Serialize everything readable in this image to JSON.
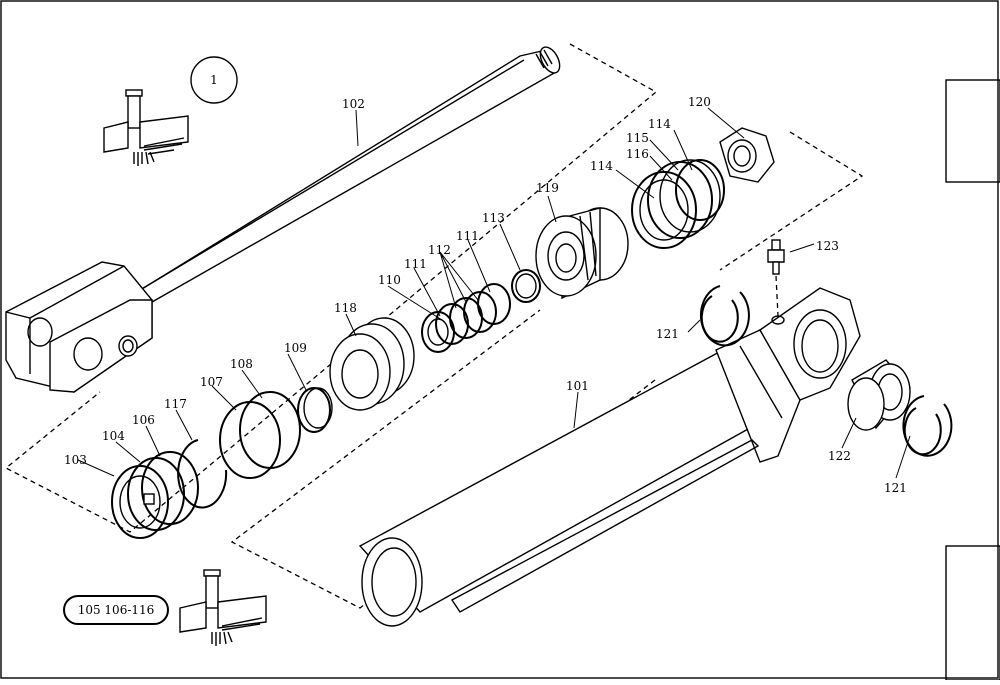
{
  "diagram": {
    "view_marker": "1",
    "kit_label": "105  106-116",
    "callouts": [
      {
        "id": "c102",
        "text": "102"
      },
      {
        "id": "c120",
        "text": "120"
      },
      {
        "id": "c114a",
        "text": "114"
      },
      {
        "id": "c115",
        "text": "115"
      },
      {
        "id": "c116",
        "text": "116"
      },
      {
        "id": "c114b",
        "text": "114"
      },
      {
        "id": "c119",
        "text": "119"
      },
      {
        "id": "c113",
        "text": "113"
      },
      {
        "id": "c111a",
        "text": "111"
      },
      {
        "id": "c112",
        "text": "112"
      },
      {
        "id": "c111b",
        "text": "111"
      },
      {
        "id": "c110",
        "text": "110"
      },
      {
        "id": "c118",
        "text": "118"
      },
      {
        "id": "c109",
        "text": "109"
      },
      {
        "id": "c108",
        "text": "108"
      },
      {
        "id": "c107",
        "text": "107"
      },
      {
        "id": "c117",
        "text": "117"
      },
      {
        "id": "c106",
        "text": "106"
      },
      {
        "id": "c104",
        "text": "104"
      },
      {
        "id": "c103",
        "text": "103"
      },
      {
        "id": "c123",
        "text": "123"
      },
      {
        "id": "c121a",
        "text": "121"
      },
      {
        "id": "c101",
        "text": "101"
      },
      {
        "id": "c122",
        "text": "122"
      },
      {
        "id": "c121b",
        "text": "121"
      }
    ]
  }
}
